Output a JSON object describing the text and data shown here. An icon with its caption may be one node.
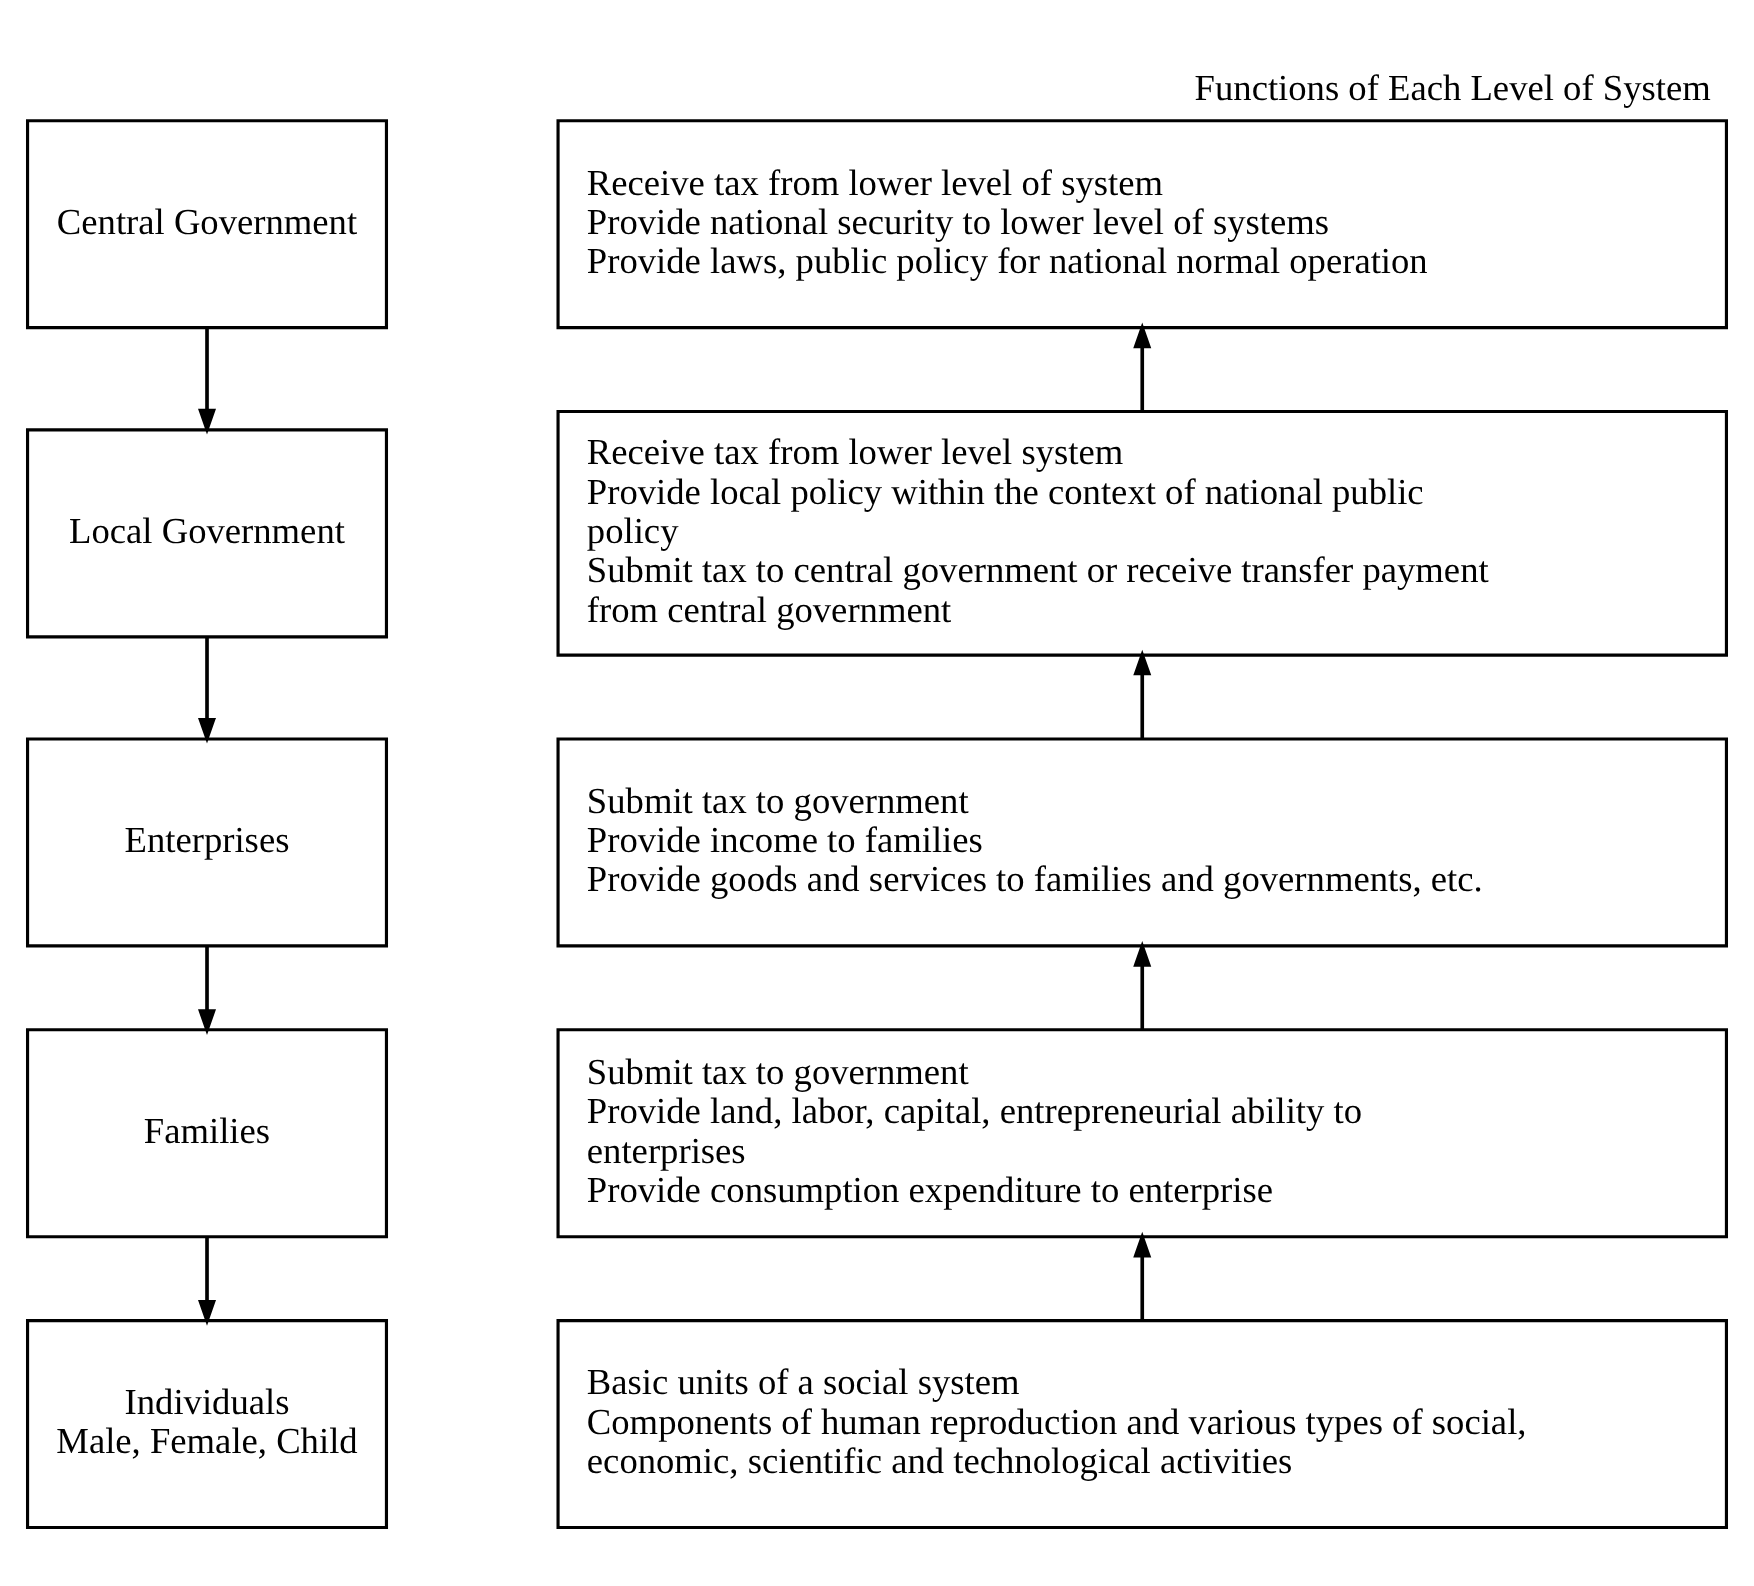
{
  "diagram": {
    "title": "Functions of Each Level of System",
    "nodes": [
      {
        "text": [
          "Central Government"
        ]
      },
      {
        "text": [
          "Local Government"
        ]
      },
      {
        "text": [
          "Enterprises"
        ]
      },
      {
        "text": [
          "Families"
        ]
      },
      {
        "text": [
          "Individuals",
          "Male, Female, Child"
        ]
      },
      {
        "text": [
          "Receive tax from lower level of system",
          "Provide national security to lower level of systems",
          "Provide laws, public policy for national normal operation"
        ]
      },
      {
        "text": [
          "Receive tax from lower level system",
          "Provide local policy within the context of national public policy",
          "Submit tax to central government or receive transfer payment from central government"
        ]
      },
      {
        "text": [
          "Submit tax to government",
          "Provide income to families",
          "Provide goods and services to families and governments, etc."
        ]
      },
      {
        "text": [
          "Submit tax to government",
          "Provide land, labor, capital, entrepreneurial ability to enterprises",
          "Provide consumption expenditure to enterprise"
        ]
      },
      {
        "text": [
          "Basic units of a social system",
          "Components of human reproduction and various types of social, economic, scientific and technological activities"
        ]
      }
    ],
    "edges": [
      {
        "from": 0,
        "to": 1,
        "arrow": "to"
      },
      {
        "from": 1,
        "to": 2,
        "arrow": "to"
      },
      {
        "from": 2,
        "to": 3,
        "arrow": "to"
      },
      {
        "from": 3,
        "to": 4,
        "arrow": "to"
      },
      {
        "from": 9,
        "to": 8,
        "arrow": "to"
      },
      {
        "from": 8,
        "to": 7,
        "arrow": "to"
      },
      {
        "from": 7,
        "to": 6,
        "arrow": "to"
      },
      {
        "from": 6,
        "to": 5,
        "arrow": "to"
      }
    ]
  }
}
